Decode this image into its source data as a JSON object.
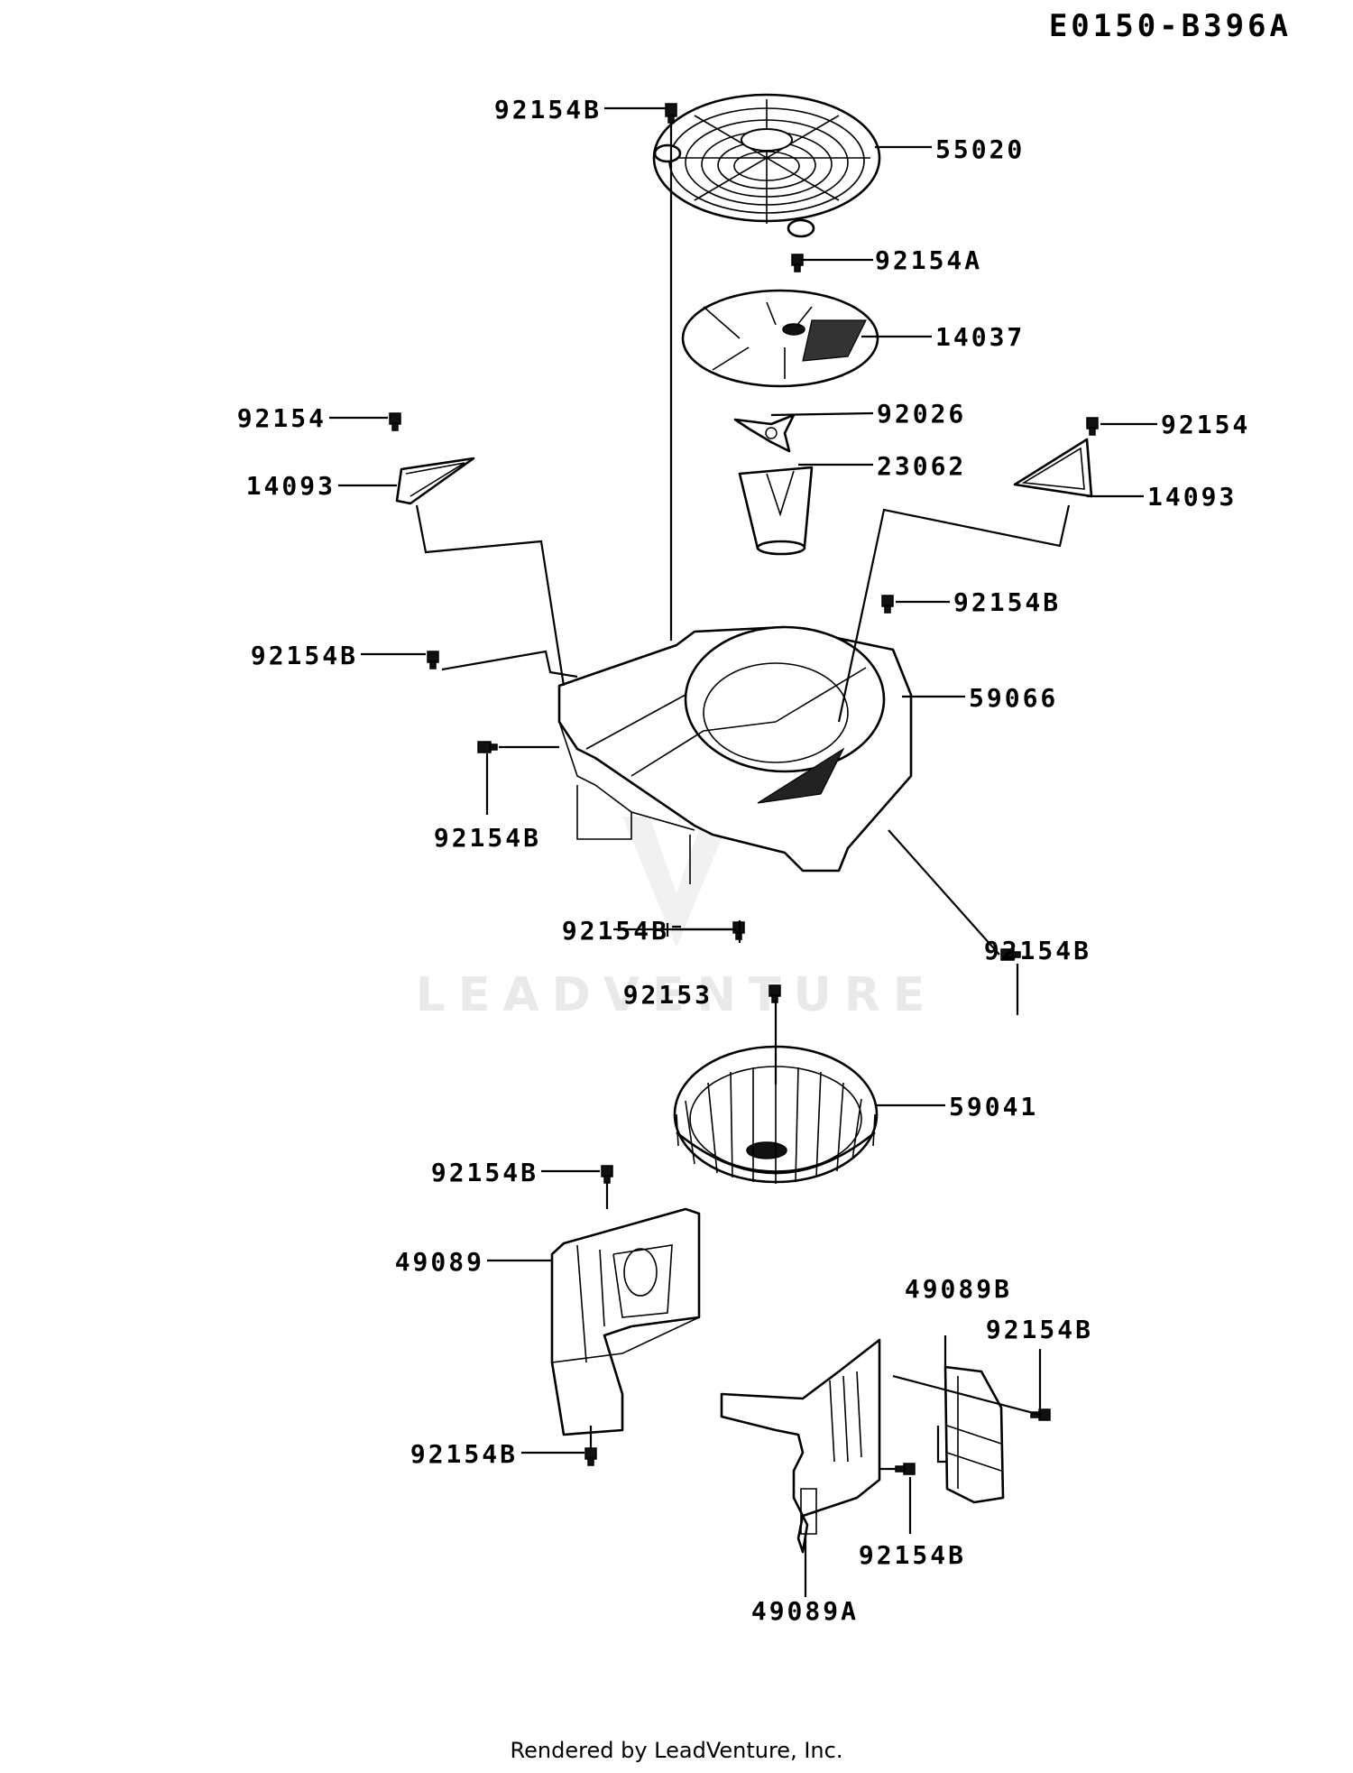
{
  "diagram_id": "E0150-B396A",
  "footer": "Rendered by LeadVenture, Inc.",
  "watermark": "LEADVENTURE",
  "callouts": {
    "c01": "92154B",
    "c02": "55020",
    "c03": "92154A",
    "c04": "14037",
    "c05": "92154",
    "c06": "14093",
    "c07": "92026",
    "c08": "92154",
    "c09": "23062",
    "c10": "14093",
    "c11": "92154B",
    "c12": "92154B",
    "c13": "59066",
    "c14": "92154B",
    "c15": "92154B",
    "c16": "92154B",
    "c17": "92153",
    "c18": "59041",
    "c19": "92154B",
    "c20": "49089",
    "c21": "49089B",
    "c22": "92154B",
    "c23": "92154B",
    "c24": "92154B",
    "c25": "49089A"
  }
}
